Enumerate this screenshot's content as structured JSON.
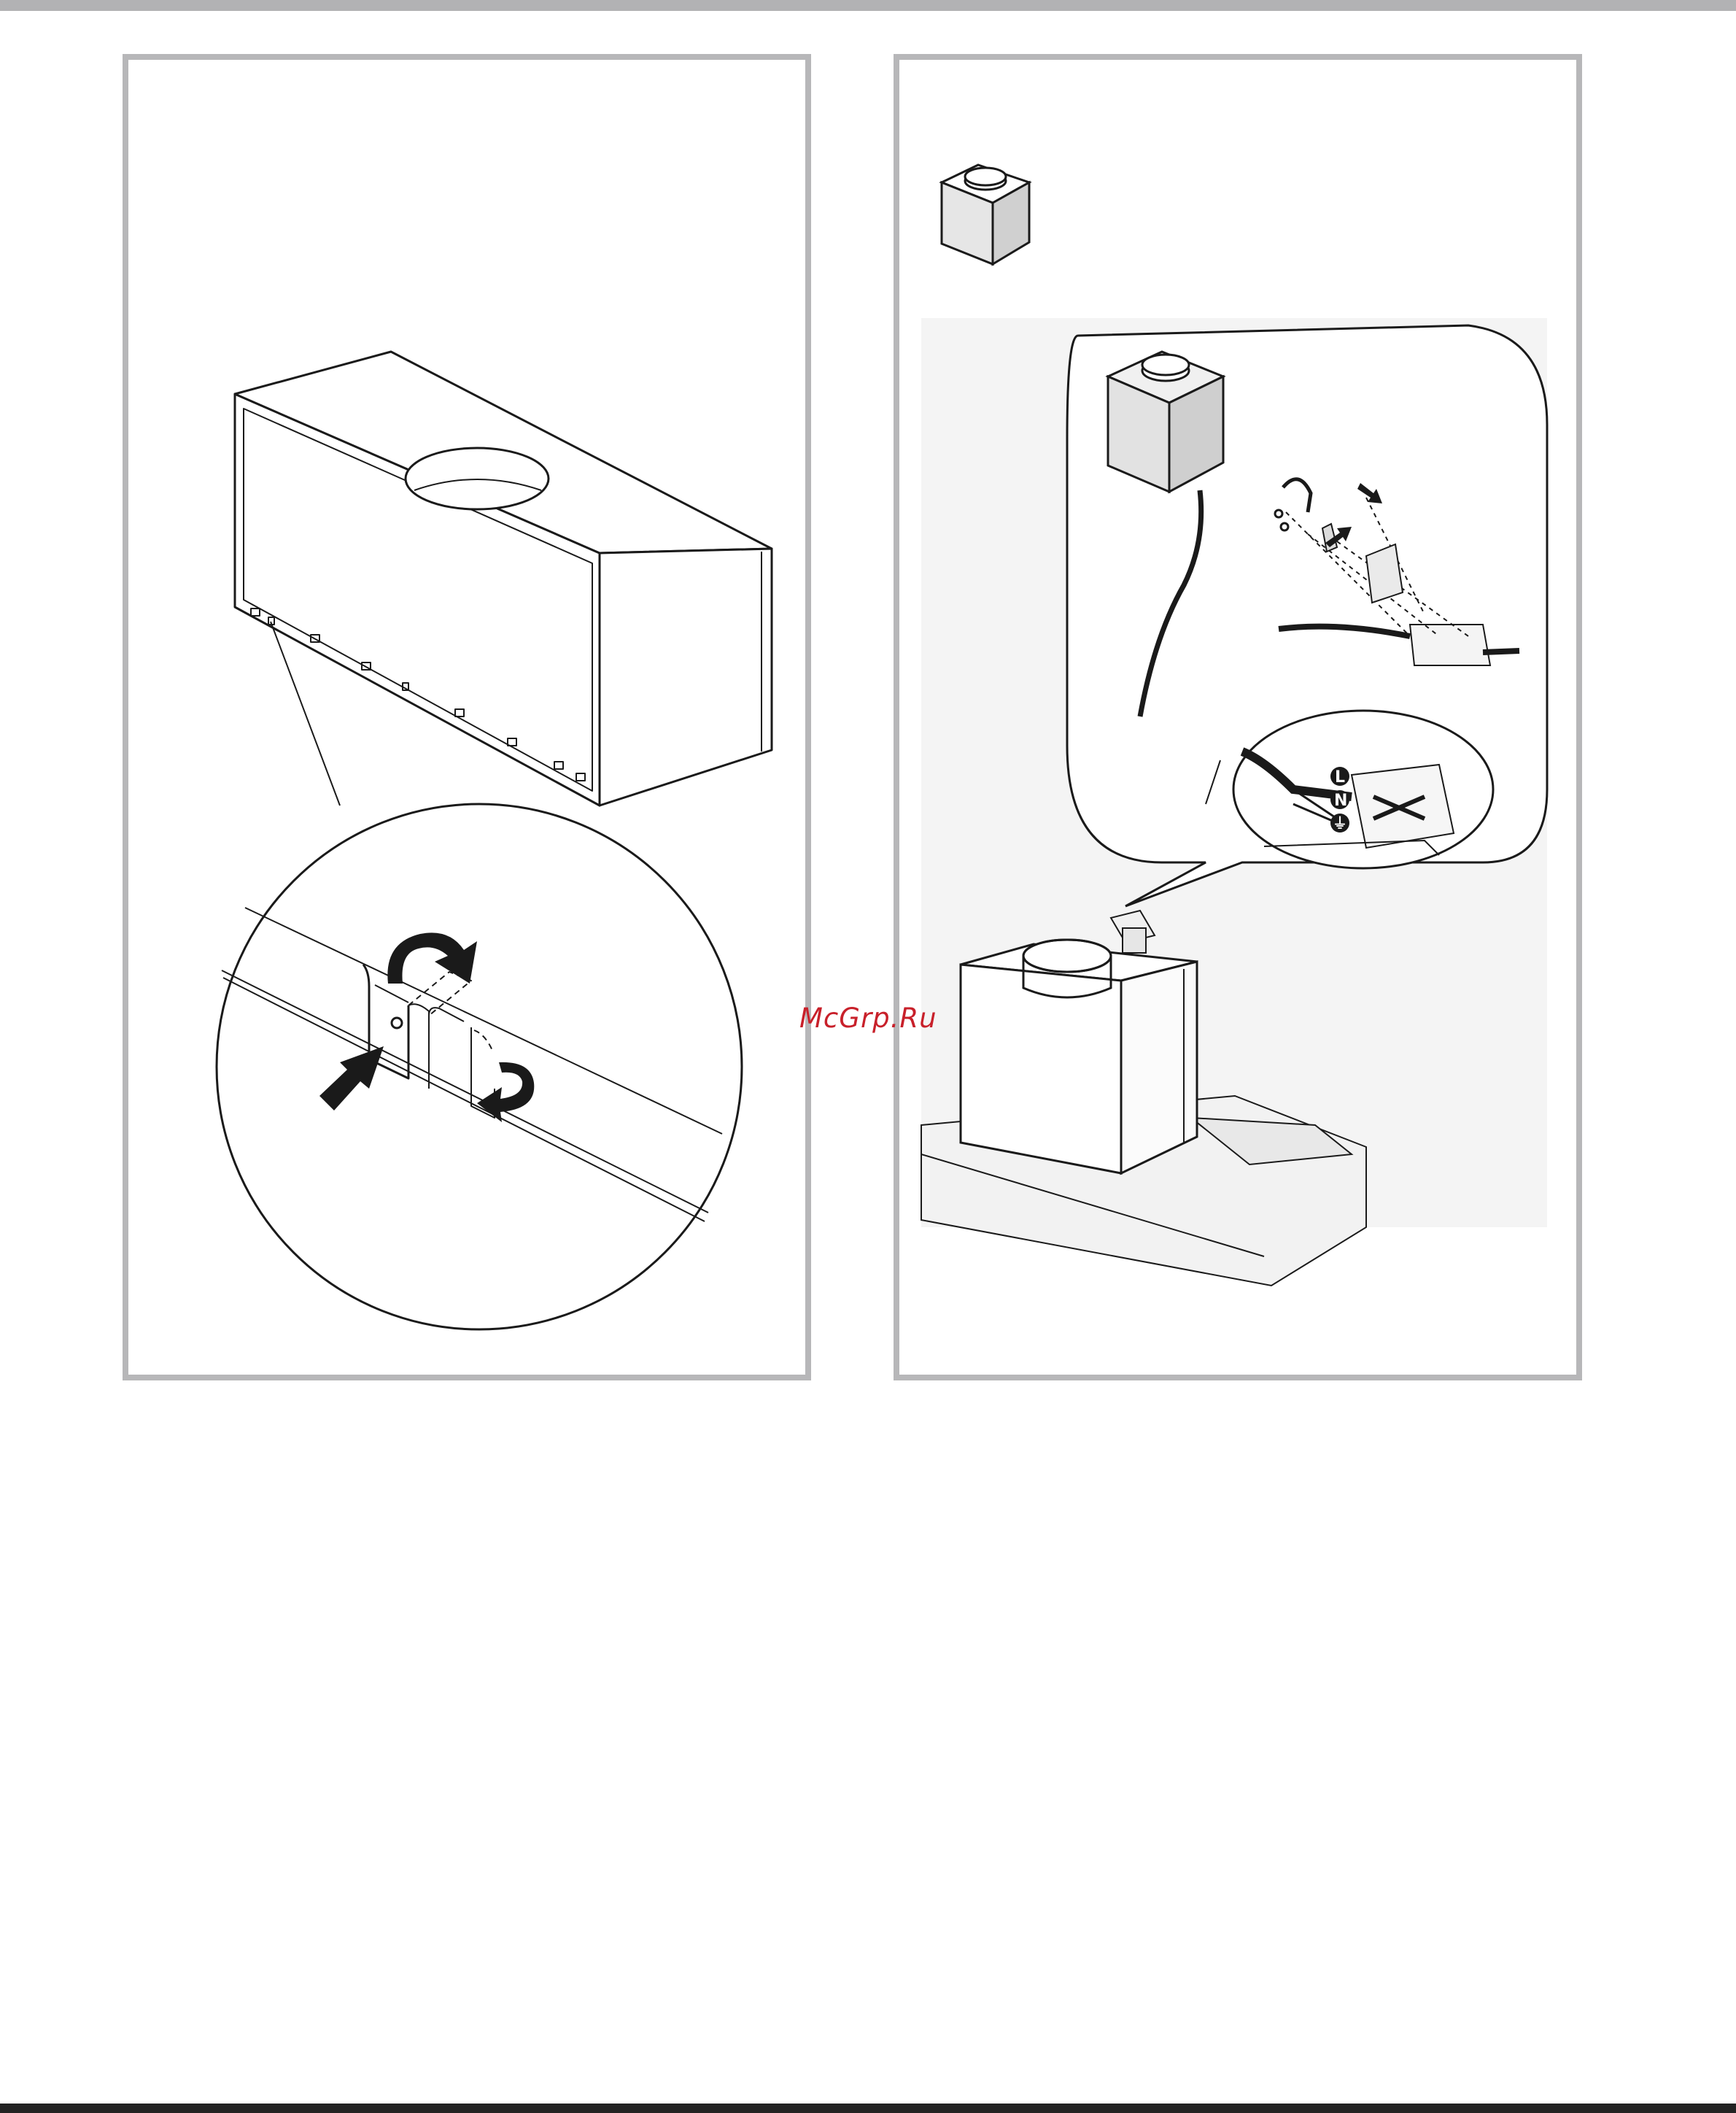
{
  "page": {
    "watermark": "McGrp.Ru",
    "colors": {
      "frame": "#b7b7b9",
      "top_bar": "#b2b2b4",
      "bottom_bar": "#232323",
      "watermark": "#c8202a"
    }
  },
  "left_figure": {
    "icons": [
      "hood-housing-icon",
      "clip-detail-magnifier-icon",
      "rotate-arrow-icon",
      "push-arrow-icon"
    ]
  },
  "right_figure": {
    "icons": [
      "motor-box-icon",
      "terminal-block-icon",
      "cable-icon",
      "push-arrow-icon"
    ],
    "terminal_labels": [
      "L",
      "N",
      "⏚"
    ]
  }
}
